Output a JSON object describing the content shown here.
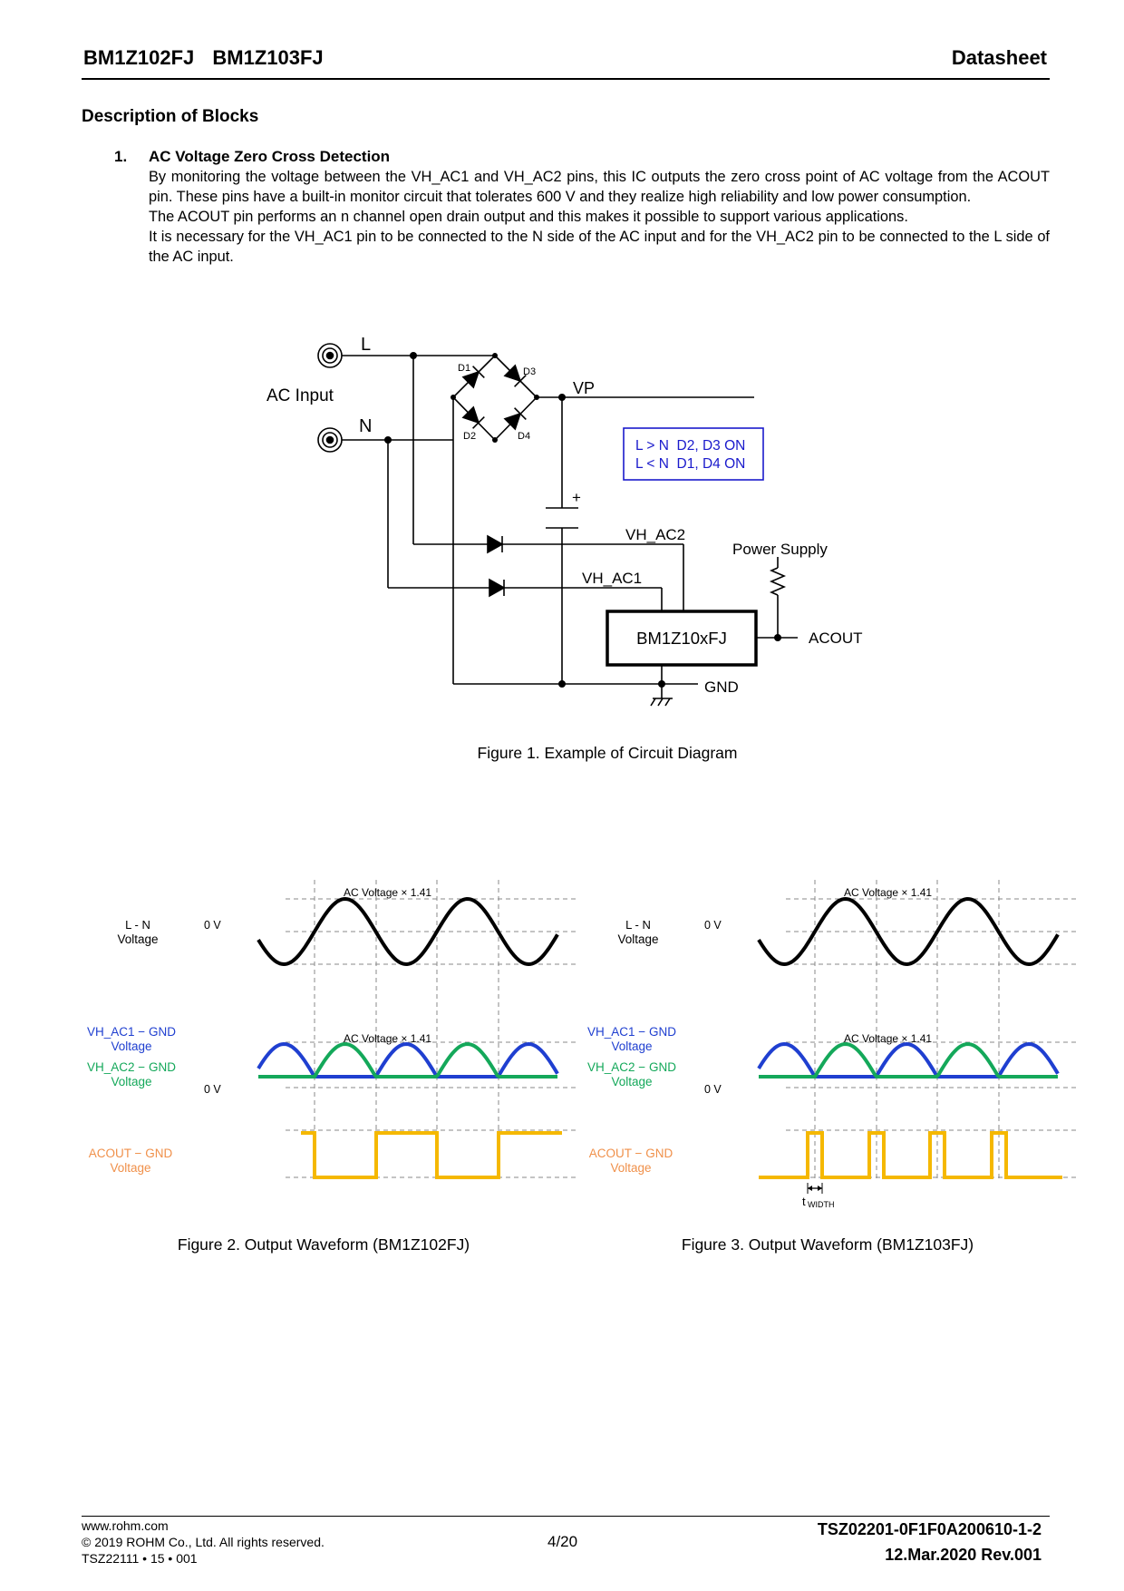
{
  "header": {
    "part_numbers": "BM1Z102FJ BM1Z103FJ",
    "doc_type": "Datasheet"
  },
  "section": {
    "title": "Description of Blocks",
    "item_number": "1.",
    "item_title": "AC Voltage Zero Cross Detection",
    "paragraphs": [
      "By monitoring the voltage between the VH_AC1 and VH_AC2 pins, this IC outputs the zero cross point of AC voltage from the ACOUT pin. These pins have a built-in monitor circuit that tolerates 600 V and they realize high reliability and low power consumption.",
      "The ACOUT pin performs an n channel open drain output and this makes it possible to support various applications.",
      "It is necessary for the VH_AC1 pin to be connected to the N side of the AC input and for the VH_AC2 pin to be connected to the L side of the AC input."
    ]
  },
  "circuit": {
    "label_L": "L",
    "label_N": "N",
    "label_ac_input": "AC Input",
    "label_D1": "D1",
    "label_D2": "D2",
    "label_D3": "D3",
    "label_D4": "D4",
    "label_VP": "VP",
    "label_plus": "+",
    "note_line1": "L > N  D2, D3 ON",
    "note_line2": "L < N  D1, D4 ON",
    "label_VH_AC2": "VH_AC2",
    "label_VH_AC1": "VH_AC1",
    "label_power_supply": "Power Supply",
    "ic_name": "BM1Z10xFJ",
    "label_ACOUT": "ACOUT",
    "label_GND": "GND",
    "caption": "Figure 1. Example of Circuit Diagram",
    "colors": {
      "note_border": "#1a1acc",
      "note_text": "#1a1acc"
    }
  },
  "waveforms": {
    "ln_label_1": "L - N",
    "ln_label_2": "Voltage",
    "zero_v": "0 V",
    "peak_label": "AC Voltage × 1.41",
    "vhac1_label_1": "VH_AC1 − GND",
    "vhac1_label_2": "Voltage",
    "vhac2_label_1": "VH_AC2 − GND",
    "vhac2_label_2": "Voltage",
    "acout_label_1": "ACOUT − GND",
    "acout_label_2": "Voltage",
    "twidth_t": "t",
    "twidth_sub": "WIDTH",
    "caption_fig2": "Figure 2. Output Waveform (BM1Z102FJ)",
    "caption_fig3": "Figure 3. Output Waveform (BM1Z103FJ)",
    "colors": {
      "ln": "#000000",
      "vhac1": "#1f3fd0",
      "vhac2": "#14a85a",
      "acout": "#f5b800",
      "acout_text": "#f0904a",
      "grid": "#888888"
    }
  },
  "footer": {
    "url": "www.rohm.com",
    "copyright": "© 2019 ROHM Co., Ltd. All rights reserved.",
    "code": "TSZ22111 • 15 • 001",
    "page": "4/20",
    "doc_number": "TSZ02201-0F1F0A200610-1-2",
    "date_rev": "12.Mar.2020 Rev.001"
  }
}
